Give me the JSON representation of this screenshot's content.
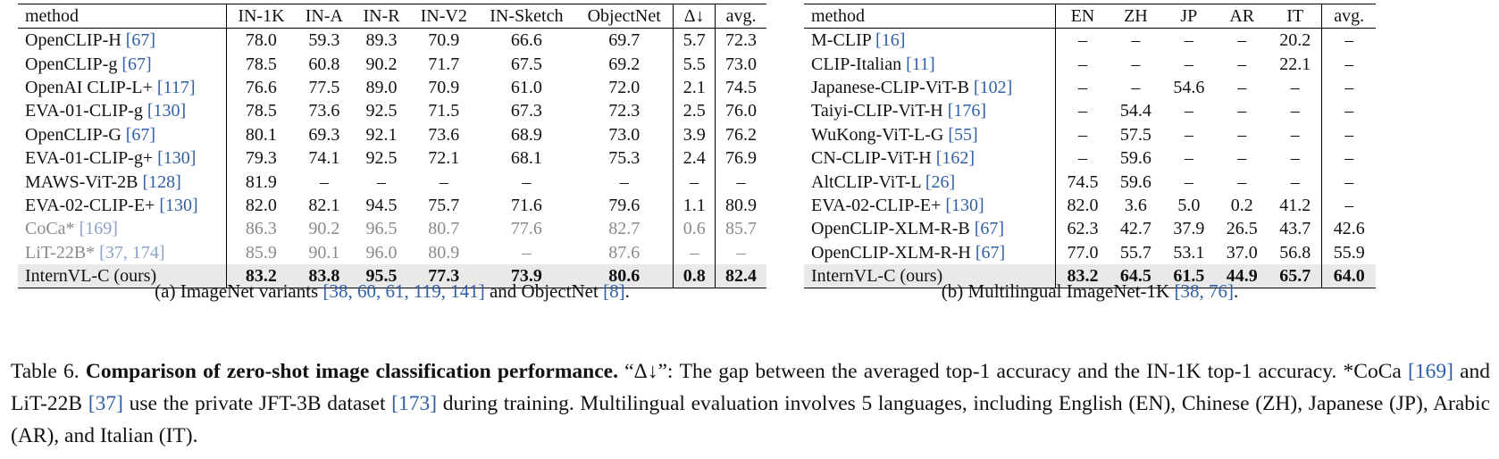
{
  "table_a": {
    "headers": [
      "method",
      "IN-1K",
      "IN-A",
      "IN-R",
      "IN-V2",
      "IN-Sketch",
      "ObjectNet",
      "Δ↓",
      "avg."
    ],
    "rows": [
      {
        "name": "OpenCLIP-H",
        "ref": "[67]",
        "values": [
          "78.0",
          "59.3",
          "89.3",
          "70.9",
          "66.6",
          "69.7",
          "5.7",
          "72.3"
        ]
      },
      {
        "name": "OpenCLIP-g",
        "ref": "[67]",
        "values": [
          "78.5",
          "60.8",
          "90.2",
          "71.7",
          "67.5",
          "69.2",
          "5.5",
          "73.0"
        ]
      },
      {
        "name": "OpenAI CLIP-L+",
        "ref": "[117]",
        "values": [
          "76.6",
          "77.5",
          "89.0",
          "70.9",
          "61.0",
          "72.0",
          "2.1",
          "74.5"
        ]
      },
      {
        "name": "EVA-01-CLIP-g",
        "ref": "[130]",
        "values": [
          "78.5",
          "73.6",
          "92.5",
          "71.5",
          "67.3",
          "72.3",
          "2.5",
          "76.0"
        ]
      },
      {
        "name": "OpenCLIP-G",
        "ref": "[67]",
        "values": [
          "80.1",
          "69.3",
          "92.1",
          "73.6",
          "68.9",
          "73.0",
          "3.9",
          "76.2"
        ]
      },
      {
        "name": "EVA-01-CLIP-g+",
        "ref": "[130]",
        "values": [
          "79.3",
          "74.1",
          "92.5",
          "72.1",
          "68.1",
          "75.3",
          "2.4",
          "76.9"
        ]
      },
      {
        "name": "MAWS-ViT-2B",
        "ref": "[128]",
        "values": [
          "81.9",
          "–",
          "–",
          "–",
          "–",
          "–",
          "–",
          "–"
        ]
      },
      {
        "name": "EVA-02-CLIP-E+",
        "ref": "[130]",
        "values": [
          "82.0",
          "82.1",
          "94.5",
          "75.7",
          "71.6",
          "79.6",
          "1.1",
          "80.9"
        ]
      },
      {
        "name": "CoCa*",
        "ref": "[169]",
        "values": [
          "86.3",
          "90.2",
          "96.5",
          "80.7",
          "77.6",
          "82.7",
          "0.6",
          "85.7"
        ]
      },
      {
        "name": "LiT-22B*",
        "ref": "[37, 174]",
        "values": [
          "85.9",
          "90.1",
          "96.0",
          "80.9",
          "–",
          "87.6",
          "–",
          "–"
        ]
      },
      {
        "name": "InternVL-C (ours)",
        "ref": "",
        "values": [
          "83.2",
          "83.8",
          "95.5",
          "77.3",
          "73.9",
          "80.6",
          "0.8",
          "82.4"
        ]
      }
    ],
    "caption_pre": "(a) ImageNet variants ",
    "caption_refs": "[38, 60, 61, 119, 141]",
    "caption_mid": " and ObjectNet ",
    "caption_ref2": "[8]",
    "caption_post": "."
  },
  "table_b": {
    "headers": [
      "method",
      "EN",
      "ZH",
      "JP",
      "AR",
      "IT",
      "avg."
    ],
    "rows": [
      {
        "name": "M-CLIP",
        "ref": "[16]",
        "values": [
          "–",
          "–",
          "–",
          "–",
          "20.2",
          "–"
        ]
      },
      {
        "name": "CLIP-Italian",
        "ref": "[11]",
        "values": [
          "–",
          "–",
          "–",
          "–",
          "22.1",
          "–"
        ]
      },
      {
        "name": "Japanese-CLIP-ViT-B",
        "ref": "[102]",
        "values": [
          "–",
          "–",
          "54.6",
          "–",
          "–",
          "–"
        ]
      },
      {
        "name": "Taiyi-CLIP-ViT-H",
        "ref": "[176]",
        "values": [
          "–",
          "54.4",
          "–",
          "–",
          "–",
          "–"
        ]
      },
      {
        "name": "WuKong-ViT-L-G",
        "ref": "[55]",
        "values": [
          "–",
          "57.5",
          "–",
          "–",
          "–",
          "–"
        ]
      },
      {
        "name": "CN-CLIP-ViT-H",
        "ref": "[162]",
        "values": [
          "–",
          "59.6",
          "–",
          "–",
          "–",
          "–"
        ]
      },
      {
        "name": "AltCLIP-ViT-L",
        "ref": "[26]",
        "values": [
          "74.5",
          "59.6",
          "–",
          "–",
          "–",
          "–"
        ]
      },
      {
        "name": "EVA-02-CLIP-E+",
        "ref": "[130]",
        "values": [
          "82.0",
          "3.6",
          "5.0",
          "0.2",
          "41.2",
          "–"
        ]
      },
      {
        "name": "OpenCLIP-XLM-R-B",
        "ref": "[67]",
        "values": [
          "62.3",
          "42.7",
          "37.9",
          "26.5",
          "43.7",
          "42.6"
        ]
      },
      {
        "name": "OpenCLIP-XLM-R-H",
        "ref": "[67]",
        "values": [
          "77.0",
          "55.7",
          "53.1",
          "37.0",
          "56.8",
          "55.9"
        ]
      },
      {
        "name": "InternVL-C (ours)",
        "ref": "",
        "values": [
          "83.2",
          "64.5",
          "61.5",
          "44.9",
          "65.7",
          "64.0"
        ]
      }
    ],
    "caption_pre": "(b) Multilingual ImageNet-1K ",
    "caption_refs": "[38, 76]",
    "caption_post": "."
  },
  "table_caption": {
    "label": "Table 6.",
    "title": "Comparison of zero-shot image classification performance.",
    "t1": " “Δ↓”: The gap between the averaged top-1 accuracy and the IN-1K top-1 accuracy. ",
    "t2": "*CoCa ",
    "r1": "[169]",
    "t3": " and LiT-22B ",
    "r2": "[37]",
    "t4": " use the private JFT-3B dataset ",
    "r3": "[173]",
    "t5": " during training. Multilingual evaluation involves 5 languages, including English (EN), Chinese (ZH), Japanese (JP), Arabic (AR), and Italian (IT)."
  }
}
